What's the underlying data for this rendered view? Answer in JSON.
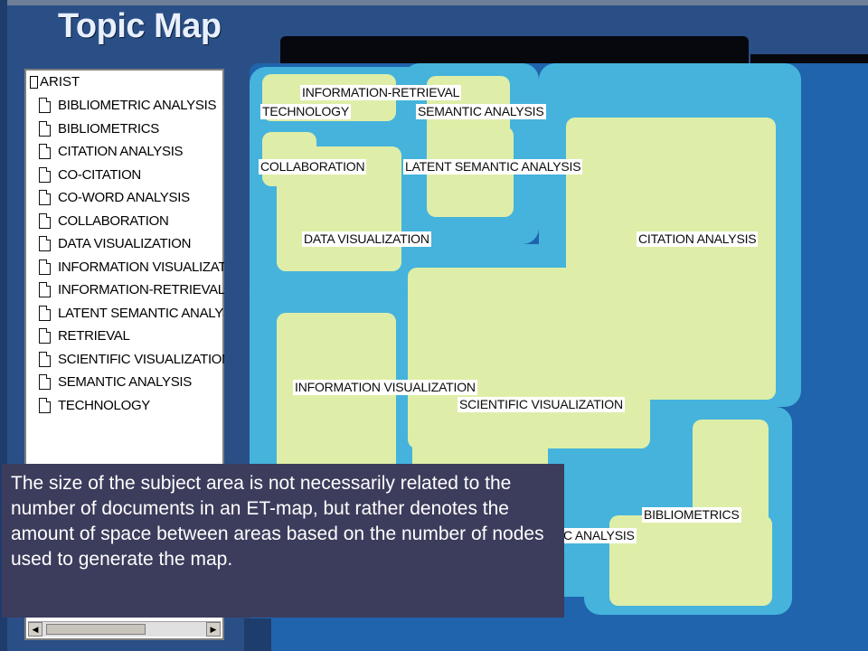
{
  "title": "Topic Map",
  "tree": {
    "root": "ARIST",
    "items": [
      "BIBLIOMETRIC ANALYSIS",
      "BIBLIOMETRICS",
      "CITATION ANALYSIS",
      "CO-CITATION",
      "CO-WORD ANALYSIS",
      "COLLABORATION",
      "DATA VISUALIZATION",
      "INFORMATION VISUALIZATION",
      "INFORMATION-RETRIEVAL",
      "LATENT SEMANTIC ANALYSIS",
      "RETRIEVAL",
      "SCIENTIFIC VISUALIZATION",
      "SEMANTIC ANALYSIS",
      "TECHNOLOGY"
    ],
    "scroll_left_icon": "arrow-left-icon",
    "scroll_right_icon": "arrow-right-icon"
  },
  "map": {
    "labels": {
      "information_retrieval": "INFORMATION-RETRIEVAL",
      "technology": "TECHNOLOGY",
      "semantic_analysis": "SEMANTIC ANALYSIS",
      "collaboration": "COLLABORATION",
      "latent_semantic_analysis": "LATENT SEMANTIC ANALYSIS",
      "data_visualization": "DATA VISUALIZATION",
      "citation_analysis": "CITATION ANALYSIS",
      "information_visualization": "INFORMATION VISUALIZATION",
      "scientific_visualization": "SCIENTIFIC VISUALIZATION",
      "bibliometrics": "BIBLIOMETRICS",
      "analysis_partial": "C ANALYSIS"
    },
    "colors": {
      "background": "#1f64ad",
      "border": "#45b3dc",
      "area": "#deeea8"
    }
  },
  "caption": "The size of the subject area is not necessarily related to the number of documents in an ET-map, but rather denotes the amount of space between areas based on the number of nodes used to generate the map."
}
